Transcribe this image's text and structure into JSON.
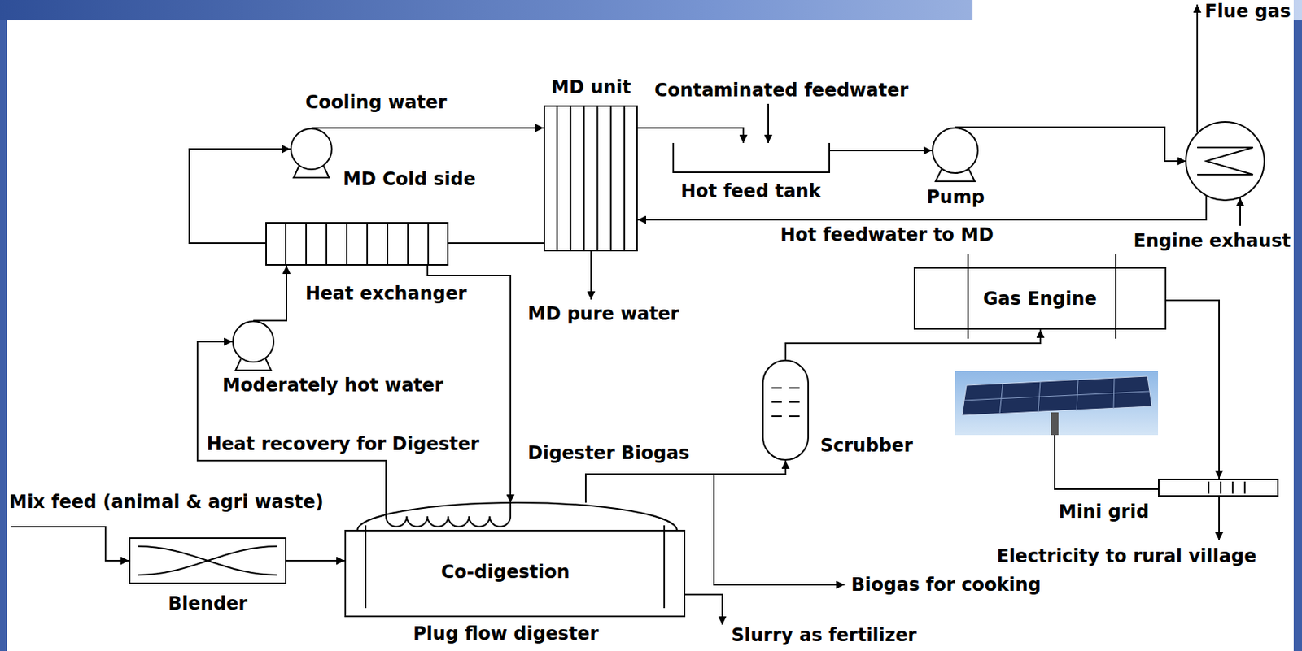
{
  "diagram": {
    "nodes": [
      {
        "text": [
          "Cooling water"
        ]
      },
      {
        "text": [
          "MD unit"
        ]
      },
      {
        "text": [
          "Hot feed tank"
        ]
      },
      {
        "text": [
          "Pump"
        ]
      },
      {
        "text": [
          "Heat exchanger"
        ]
      },
      {
        "text": [
          "Gas Engine"
        ]
      },
      {
        "text": [
          "Moderately hot water"
        ]
      },
      {
        "text": [
          "Scrubber"
        ]
      },
      {
        "text": [
          "Mini grid"
        ]
      },
      {
        "text": [
          "Blender"
        ]
      },
      {
        "text": [
          "Co-digestion",
          "Plug flow digester"
        ]
      }
    ],
    "edges": [
      {
        "from": 0,
        "to": 1,
        "arrow": "to"
      },
      {
        "from": 1,
        "to": 2,
        "arrow": "to"
      },
      {
        "from": 2,
        "to": 3,
        "arrow": "to"
      },
      {
        "from": 1,
        "to": 4,
        "arrow": "none"
      },
      {
        "from": 4,
        "to": 0,
        "arrow": "to"
      },
      {
        "from": 6,
        "to": 4,
        "arrow": "to"
      },
      {
        "from": 4,
        "to": 10,
        "arrow": "to"
      },
      {
        "from": 10,
        "to": 6,
        "label": "Heat recovery for Digester",
        "arrow": "to"
      },
      {
        "from": 10,
        "to": 7,
        "label": "Digester Biogas",
        "arrow": "to"
      },
      {
        "from": 7,
        "to": 5,
        "arrow": "to"
      },
      {
        "from": 5,
        "to": 8,
        "arrow": "to"
      },
      {
        "from": 9,
        "to": 10,
        "arrow": "to"
      }
    ],
    "labels": [
      "Flue gas",
      "Contaminated feedwater",
      "MD Cold side",
      "Hot feedwater to MD",
      "Engine exhaust",
      "MD pure water",
      "Mix feed (animal & agri waste)",
      "Biogas for cooking",
      "Slurry as fertilizer",
      "Electricity to rural village"
    ]
  }
}
